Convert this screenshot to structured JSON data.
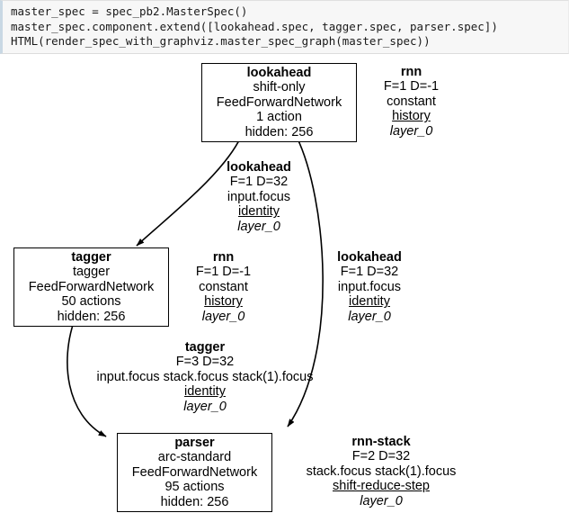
{
  "code": {
    "lines": [
      "master_spec = spec_pb2.MasterSpec()",
      "master_spec.component.extend([lookahead.spec, tagger.spec, parser.spec])",
      "HTML(render_spec_with_graphviz.master_spec_graph(master_spec))"
    ]
  },
  "graph": {
    "type": "diagram",
    "nodes": [
      {
        "id": "lookahead",
        "name": "lookahead",
        "transition": "shift-only",
        "network": "FeedForwardNetwork",
        "actions": "1 action",
        "hidden": "hidden: 256"
      },
      {
        "id": "tagger",
        "name": "tagger",
        "transition": "tagger",
        "network": "FeedForwardNetwork",
        "actions": "50 actions",
        "hidden": "hidden: 256"
      },
      {
        "id": "parser",
        "name": "parser",
        "transition": "arc-standard",
        "network": "FeedForwardNetwork",
        "actions": "95 actions",
        "hidden": "hidden: 256"
      }
    ],
    "edges": [
      {
        "id": "lookahead-self",
        "name": "rnn",
        "dims": "F=1 D=-1",
        "source": "constant",
        "transform": "history",
        "layer": "layer_0"
      },
      {
        "id": "lookahead-to-tagger",
        "name": "lookahead",
        "dims": "F=1 D=32",
        "source": "input.focus",
        "transform": "identity",
        "layer": "layer_0"
      },
      {
        "id": "tagger-self",
        "name": "rnn",
        "dims": "F=1 D=-1",
        "source": "constant",
        "transform": "history",
        "layer": "layer_0"
      },
      {
        "id": "lookahead-to-parser",
        "name": "lookahead",
        "dims": "F=1 D=32",
        "source": "input.focus",
        "transform": "identity",
        "layer": "layer_0"
      },
      {
        "id": "tagger-to-parser",
        "name": "tagger",
        "dims": "F=3 D=32",
        "source": "input.focus stack.focus stack(1).focus",
        "transform": "identity",
        "layer": "layer_0"
      },
      {
        "id": "parser-self",
        "name": "rnn-stack",
        "dims": "F=2 D=32",
        "source": "stack.focus stack(1).focus",
        "transform": "shift-reduce-step",
        "layer": "layer_0"
      }
    ]
  }
}
